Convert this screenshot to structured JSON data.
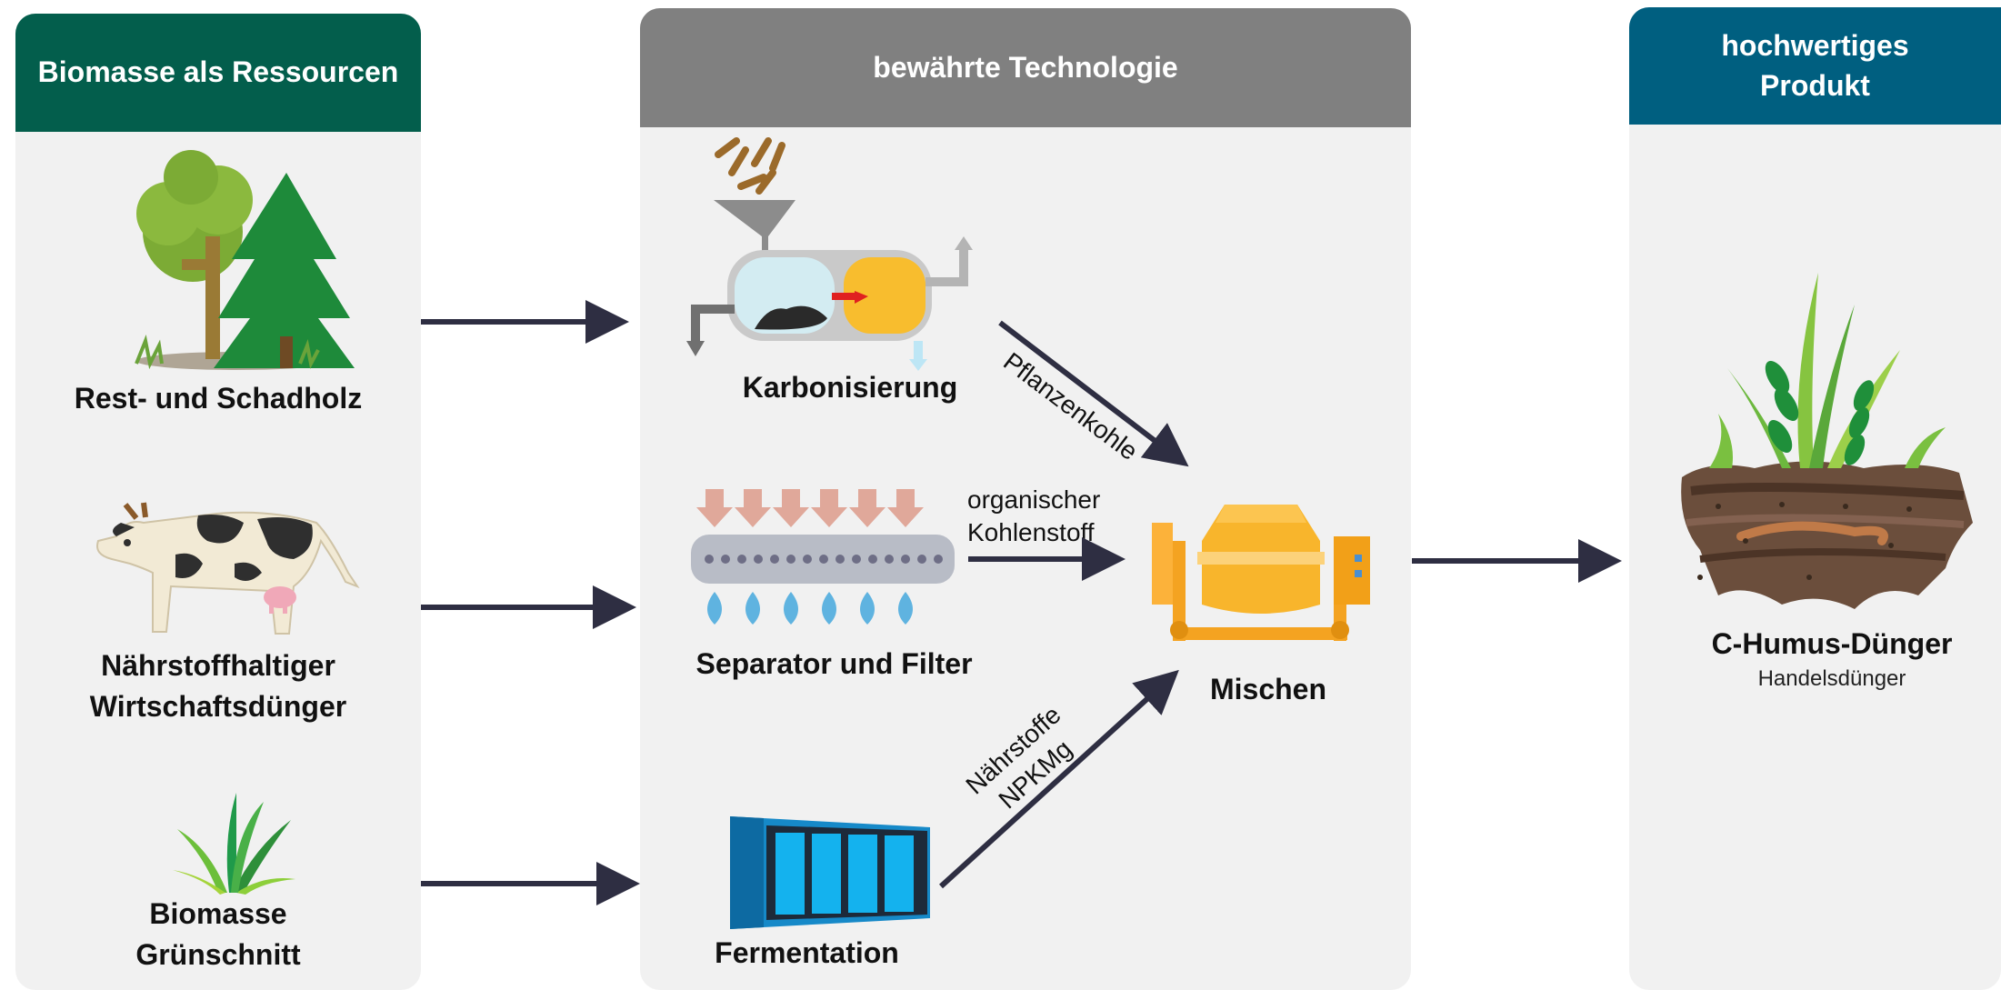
{
  "columns": {
    "left": {
      "header": "Biomasse als Ressourcen",
      "color": "#035e4c"
    },
    "middle": {
      "header": "bewährte Technologie",
      "color": "#808080"
    },
    "right": {
      "header_lines": [
        "hochwertiges",
        "Produkt"
      ],
      "color": "#005f80"
    }
  },
  "resources": {
    "wood": {
      "label": "Rest- und Schadholz",
      "icon": "tree-icon"
    },
    "manure": {
      "label_lines": [
        "Nährstoffhaltiger",
        "Wirtschaftsdünger"
      ],
      "icon": "cow-icon"
    },
    "grass": {
      "label_lines": [
        "Biomasse",
        "Grünschnitt"
      ],
      "icon": "grass-icon"
    }
  },
  "processes": {
    "carbonization": {
      "label": "Karbonisierung",
      "icon": "carbonization-reactor-icon"
    },
    "separator": {
      "label": "Separator und Filter",
      "icon": "separator-filter-icon"
    },
    "fermentation": {
      "label": "Fermentation",
      "icon": "fermentation-container-icon"
    },
    "mixing": {
      "label": "Mischen",
      "icon": "concrete-mixer-icon"
    }
  },
  "flows": {
    "biochar": "Pflanzenkohle",
    "organic_carbon_lines": [
      "organischer",
      "Kohlenstoff"
    ],
    "nutrients_lines": [
      "Nährstoffe",
      "NPKMg"
    ]
  },
  "product": {
    "label": "C-Humus-Dünger",
    "sublabel": "Handelsdünger",
    "icon": "soil-plants-icon"
  },
  "colors": {
    "arrow": "#2e2e42",
    "panel": "#f1f1f1"
  }
}
